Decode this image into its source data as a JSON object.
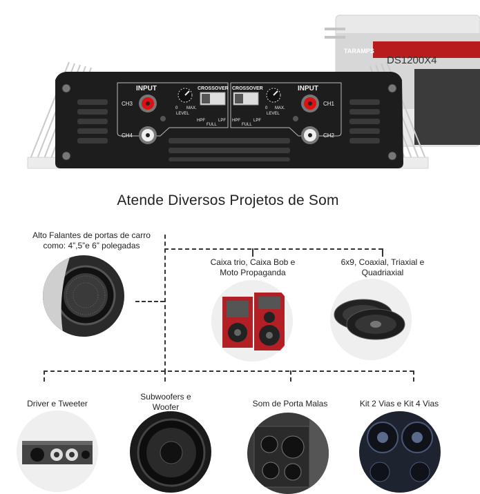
{
  "amplifier": {
    "input_label_left": "INPUT",
    "input_label_right": "INPUT",
    "crossover_left": "CROSSOVER",
    "crossover_right": "CROSSOVER",
    "ch3": "CH3",
    "ch4": "CH4",
    "ch1": "CH1",
    "ch2": "CH2",
    "level_min": "0",
    "level_max": "MAX.",
    "level": "LEVEL",
    "hpf": "HPF",
    "full": "FULL",
    "lpf": "LPF",
    "brand": "TARAMPS",
    "model": "DS1200X4"
  },
  "heading": "Atende Diversos Projetos de Som",
  "projects": {
    "door_speakers": "Alto Falantes de portas de carro como: 4”,5”e 6” polegadas",
    "boxes": "Caixa trio, Caixa Bob e Moto Propaganda",
    "coaxial": "6x9, Coaxial, Triaxial e Quadriaxial",
    "driver": "Driver e Tweeter",
    "subwoofers": "Subwoofers e Woofer",
    "trunk": "Som de Porta Malas",
    "kits": "Kit 2 Vias e Kit 4 Vias"
  }
}
